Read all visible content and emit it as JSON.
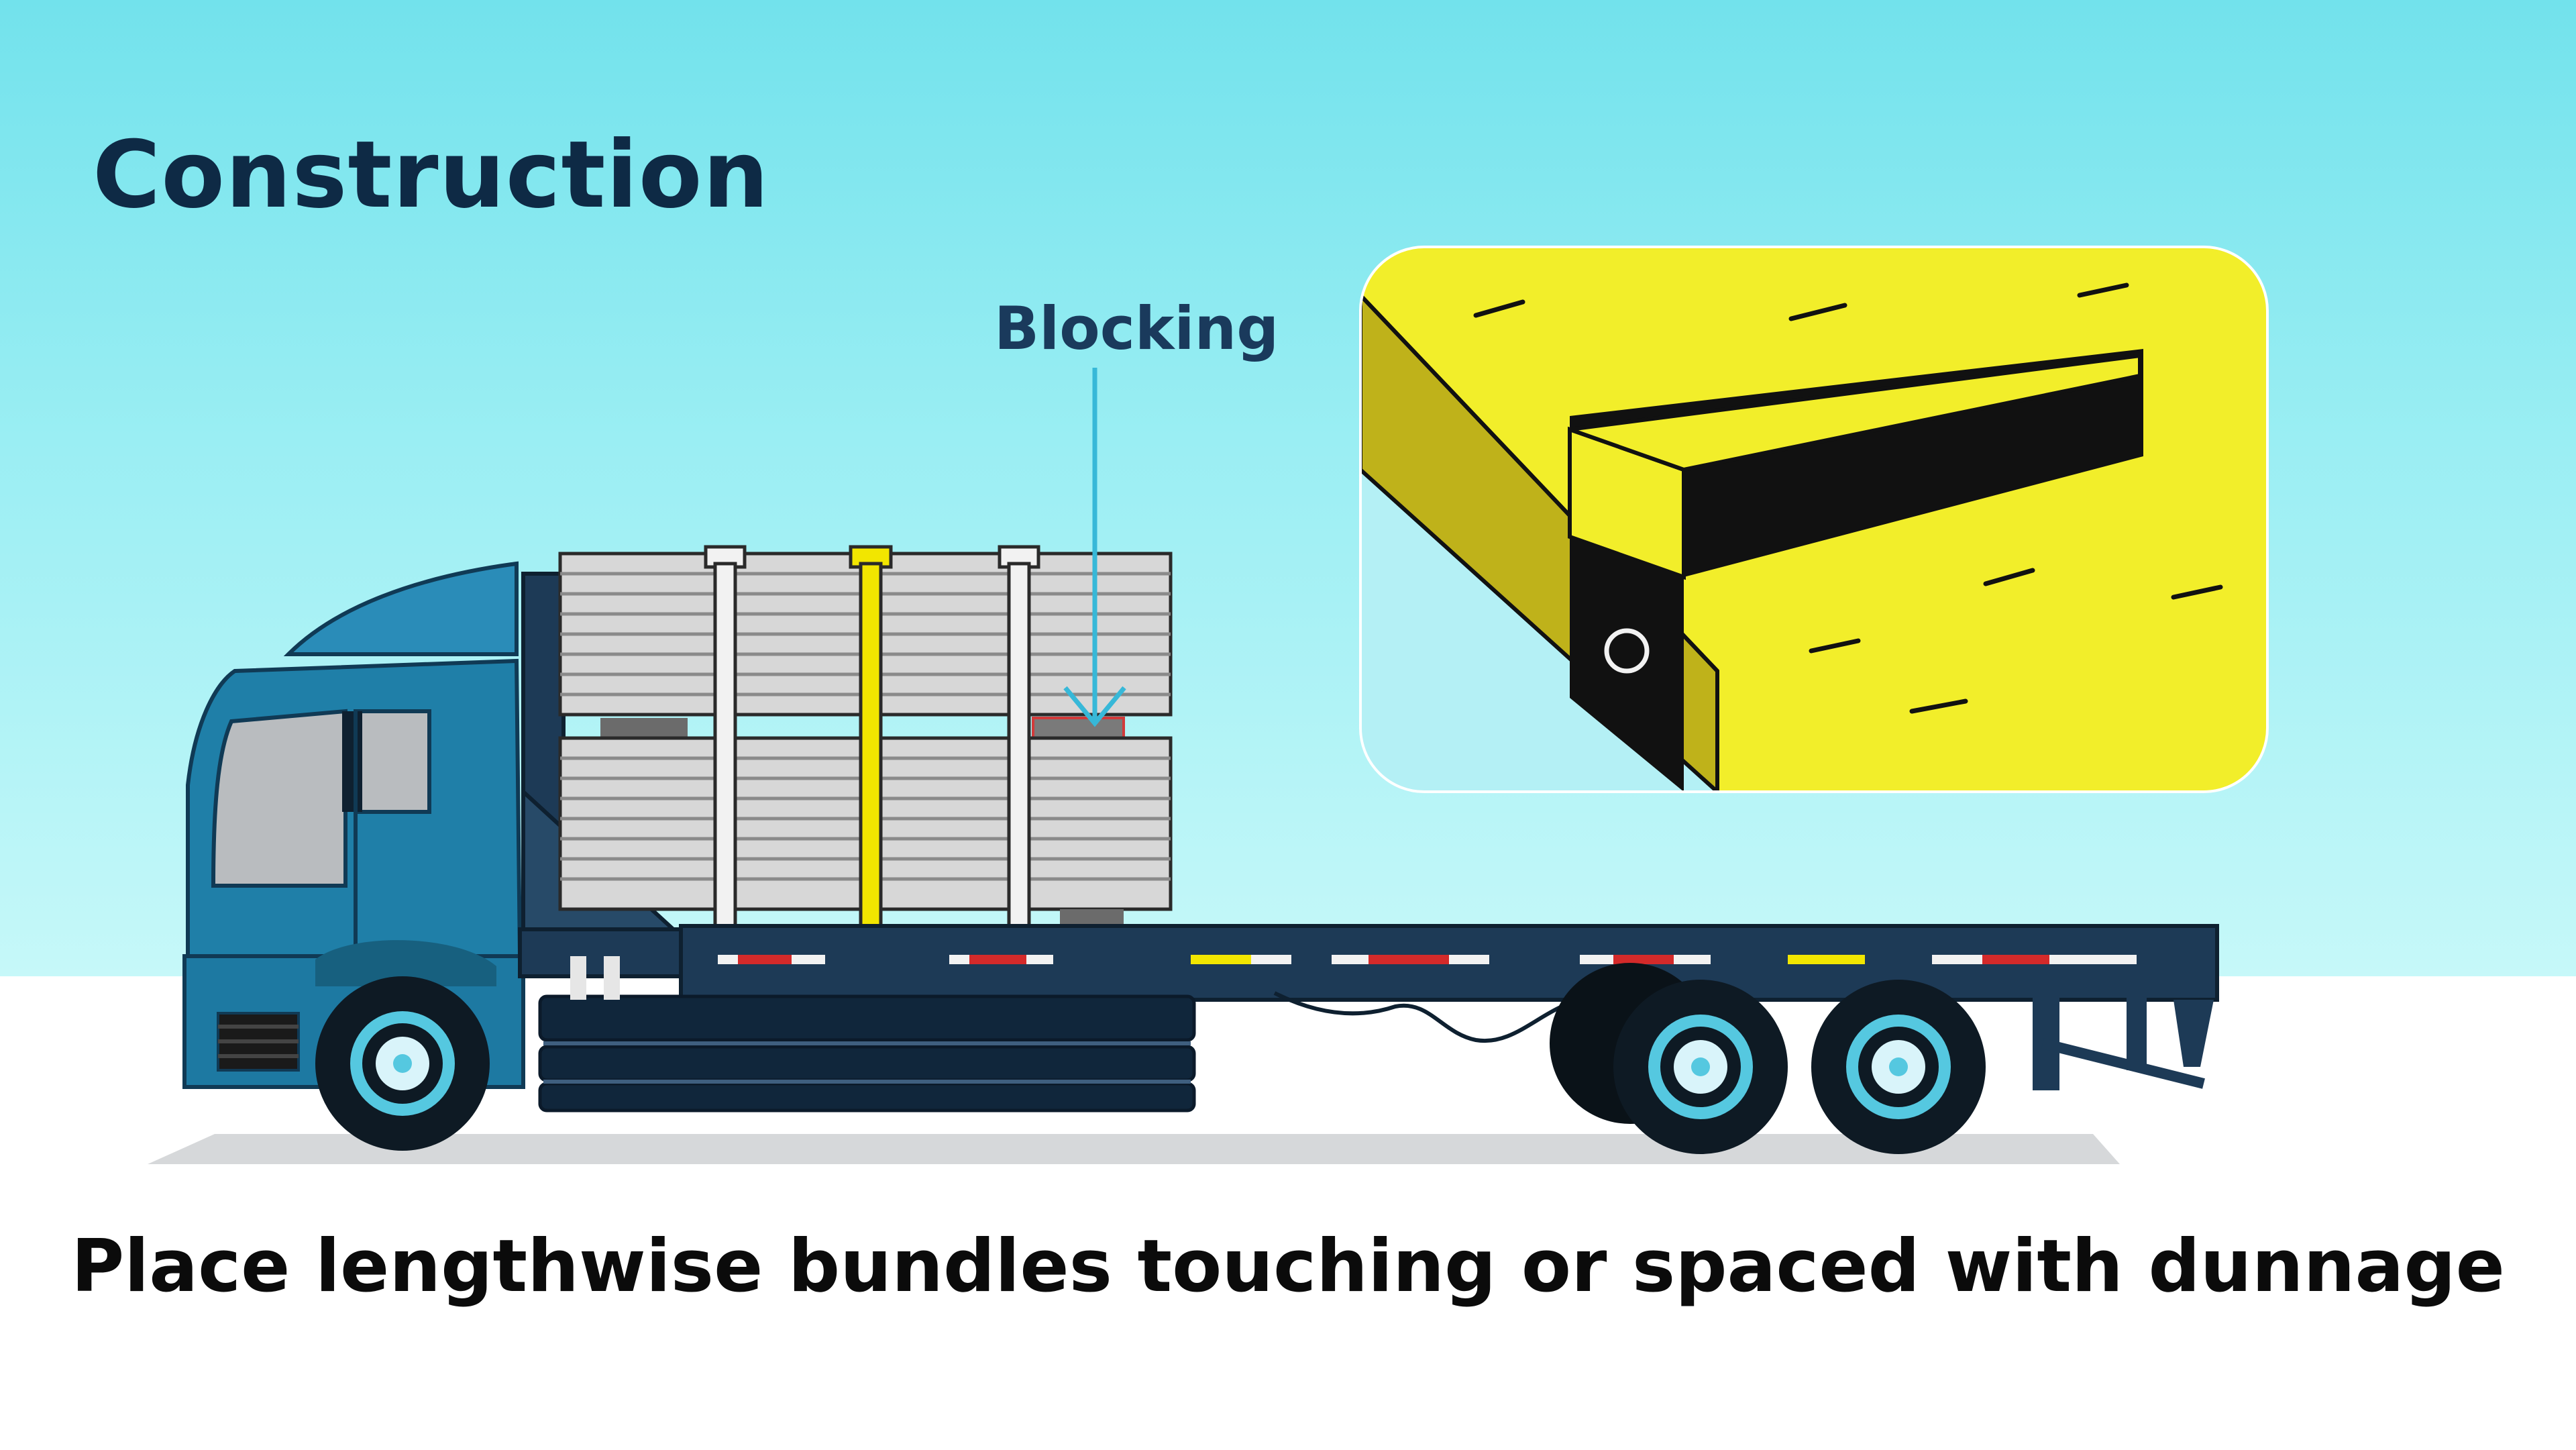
{
  "slide": {
    "title": "Construction",
    "callout_label": "Blocking",
    "caption": "Place lengthwise bundles touching or spaced with dunnage"
  },
  "colors": {
    "title": "#0e2a45",
    "truck_cab": "#1f7fa8",
    "trailer": "#1d3a56",
    "bundle": "#d7d7d7",
    "strap_white": "#f2f2f2",
    "strap_yellow": "#f2e600",
    "inset_board": "#f2ee2a",
    "arrow": "#37b8d8"
  }
}
